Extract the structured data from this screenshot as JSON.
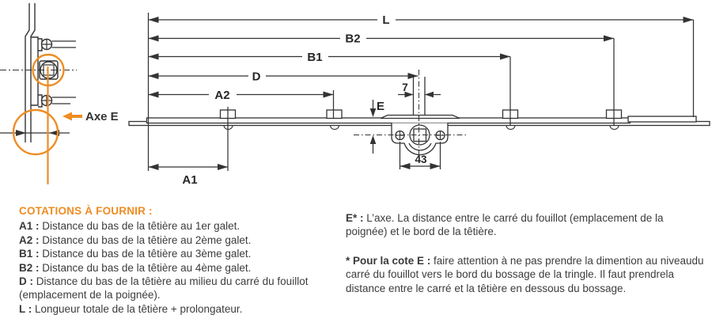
{
  "colors": {
    "accent": "#ee8d23",
    "ink": "#333333",
    "text": "#3c3c3c"
  },
  "section_view": {
    "axis_callout": "Axe E"
  },
  "diagram": {
    "labels": {
      "L": "L",
      "B2": "B2",
      "B1": "B1",
      "D": "D",
      "A2": "A2",
      "A1": "A1",
      "E": "E"
    },
    "measurements": {
      "square_offset": "7",
      "fouillot_width": "43"
    }
  },
  "legend": {
    "heading": "COTATIONS À FOURNIR :",
    "separator": " : ",
    "items": [
      {
        "code": "A1",
        "description": "Distance du bas de la têtière au 1er galet."
      },
      {
        "code": "A2",
        "description": "Distance du bas de la têtière au 2ème galet."
      },
      {
        "code": "B1",
        "description": "Distance du bas de la têtière au 3ème galet."
      },
      {
        "code": "B2",
        "description": "Distance du bas de la têtière au 4ème galet."
      },
      {
        "code": "D",
        "description": "Distance du bas de la têtière au milieu du carré du fouillot (emplacement de la poignée)."
      },
      {
        "code": "L",
        "description": "Longueur totale de la têtière + prolongateur."
      }
    ]
  },
  "notes": [
    {
      "code": "E*",
      "description": "L’axe. La distance entre le carré du fouillot (emplacement de la poignée) et le bord de la têtière."
    },
    {
      "code": "* Pour la cote E",
      "description": "faire attention à ne pas prendre la dimention au niveaudu carré du fouillot vers le bord du bossage de la tringle. Il faut prendrela distance entre le carré et la têtière en dessous du bossage."
    }
  ]
}
